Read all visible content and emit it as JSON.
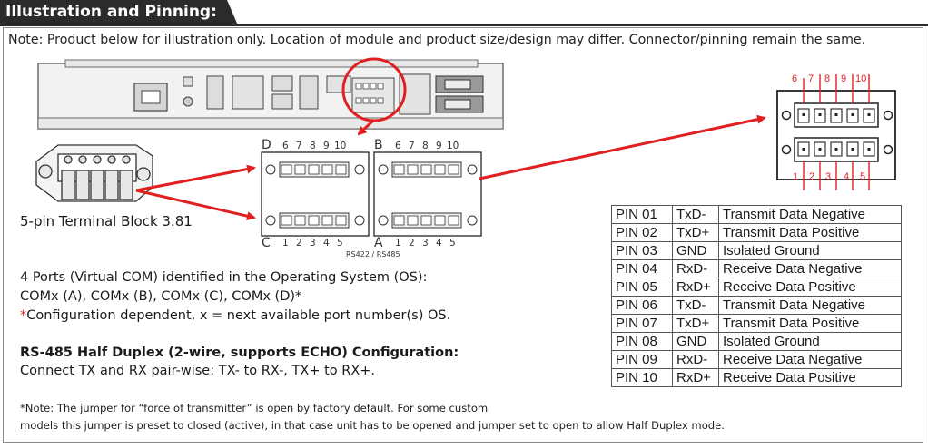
{
  "header": {
    "title": "Illustration and Pinning:"
  },
  "note": "Note: Product below for illustration only. Location of module and product size/design may differ. Connector/pinning remain the same.",
  "terminal_block_label": "5-pin Terminal Block 3.81",
  "connector": {
    "left_top_letter": "D",
    "left_bottom_letter": "C",
    "right_top_letter": "B",
    "right_bottom_letter": "A",
    "top_numbers": [
      "6",
      "7",
      "8",
      "9",
      "10"
    ],
    "bottom_numbers": [
      "1",
      "2",
      "3",
      "4",
      "5"
    ],
    "caption": "RS422 / RS485"
  },
  "pin_diagram": {
    "top_numbers": [
      "6",
      "7",
      "8",
      "9",
      "10"
    ],
    "bottom_numbers": [
      "1",
      "2",
      "3",
      "4",
      "5"
    ],
    "accent_color": "#e02020"
  },
  "ports": {
    "line1": "4 Ports (Virtual COM) identified in the Operating System (OS):",
    "line2": "COMx (A), COMx (B), COMx (C), COMx (D)*",
    "line3_asterisk": "*",
    "line3_text": "Configuration dependent, x = next available port number(s) OS."
  },
  "rs485": {
    "title": "RS-485 Half Duplex (2-wire, supports ECHO) Configuration:",
    "description": "Connect TX and RX pair-wise: TX- to RX-, TX+ to RX+."
  },
  "footnote": {
    "line1": "*Note: The jumper for “force of transmitter” is open by factory default. For some custom",
    "line2": "models this jumper is preset to closed (active), in that case unit has to be opened and jumper set to open to allow Half Duplex mode."
  },
  "pin_table": [
    {
      "pin": "PIN 01",
      "signal": "TxD-",
      "description": "Transmit Data Negative"
    },
    {
      "pin": "PIN 02",
      "signal": "TxD+",
      "description": "Transmit Data Positive"
    },
    {
      "pin": "PIN 03",
      "signal": "GND",
      "description": "Isolated Ground"
    },
    {
      "pin": "PIN 04",
      "signal": "RxD-",
      "description": "Receive Data Negative"
    },
    {
      "pin": "PIN 05",
      "signal": "RxD+",
      "description": "Receive Data Positive"
    },
    {
      "pin": "PIN 06",
      "signal": "TxD-",
      "description": "Transmit Data Negative"
    },
    {
      "pin": "PIN 07",
      "signal": "TxD+",
      "description": "Transmit Data Positive"
    },
    {
      "pin": "PIN 08",
      "signal": "GND",
      "description": "Isolated Ground"
    },
    {
      "pin": "PIN 09",
      "signal": "RxD-",
      "description": "Receive Data Negative"
    },
    {
      "pin": "PIN 10",
      "signal": "RxD+",
      "description": "Receive Data Positive"
    }
  ],
  "colors": {
    "header_bg": "#2b2b2b",
    "arrow": "#e02020"
  }
}
